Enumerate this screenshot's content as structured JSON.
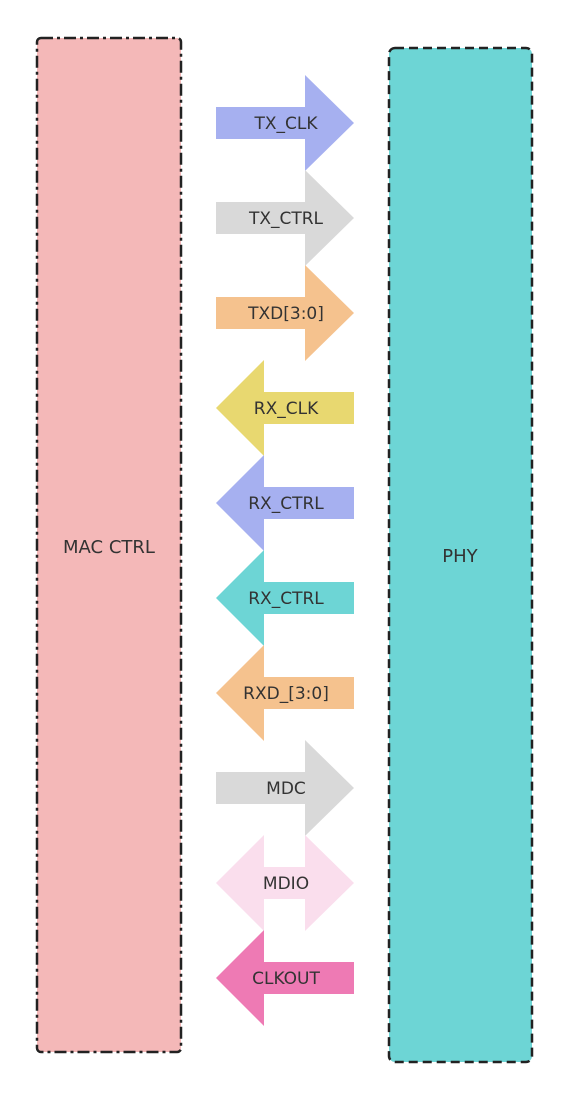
{
  "blocks": {
    "mac": {
      "label": "MAC CTRL",
      "color": "#f4b8b8"
    },
    "phy": {
      "label": "PHY",
      "color": "#6dd5d5"
    }
  },
  "signals": [
    {
      "label": "TX_CLK",
      "direction": "right",
      "color": "#a6b0f0"
    },
    {
      "label": "TX_CTRL",
      "direction": "right",
      "color": "#d9d9d9"
    },
    {
      "label": "TXD[3:0]",
      "direction": "right",
      "color": "#f5c28e"
    },
    {
      "label": "RX_CLK",
      "direction": "left",
      "color": "#e8d870"
    },
    {
      "label": "RX_CTRL",
      "direction": "left",
      "color": "#a6b0f0"
    },
    {
      "label": "RX_CTRL",
      "direction": "left",
      "color": "#6dd5d5"
    },
    {
      "label": "RXD_[3:0]",
      "direction": "left",
      "color": "#f5c28e"
    },
    {
      "label": "MDC",
      "direction": "right",
      "color": "#d9d9d9"
    },
    {
      "label": "MDIO",
      "direction": "both",
      "color": "#fadeed"
    },
    {
      "label": "CLKOUT",
      "direction": "left",
      "color": "#ee7ab4"
    }
  ]
}
